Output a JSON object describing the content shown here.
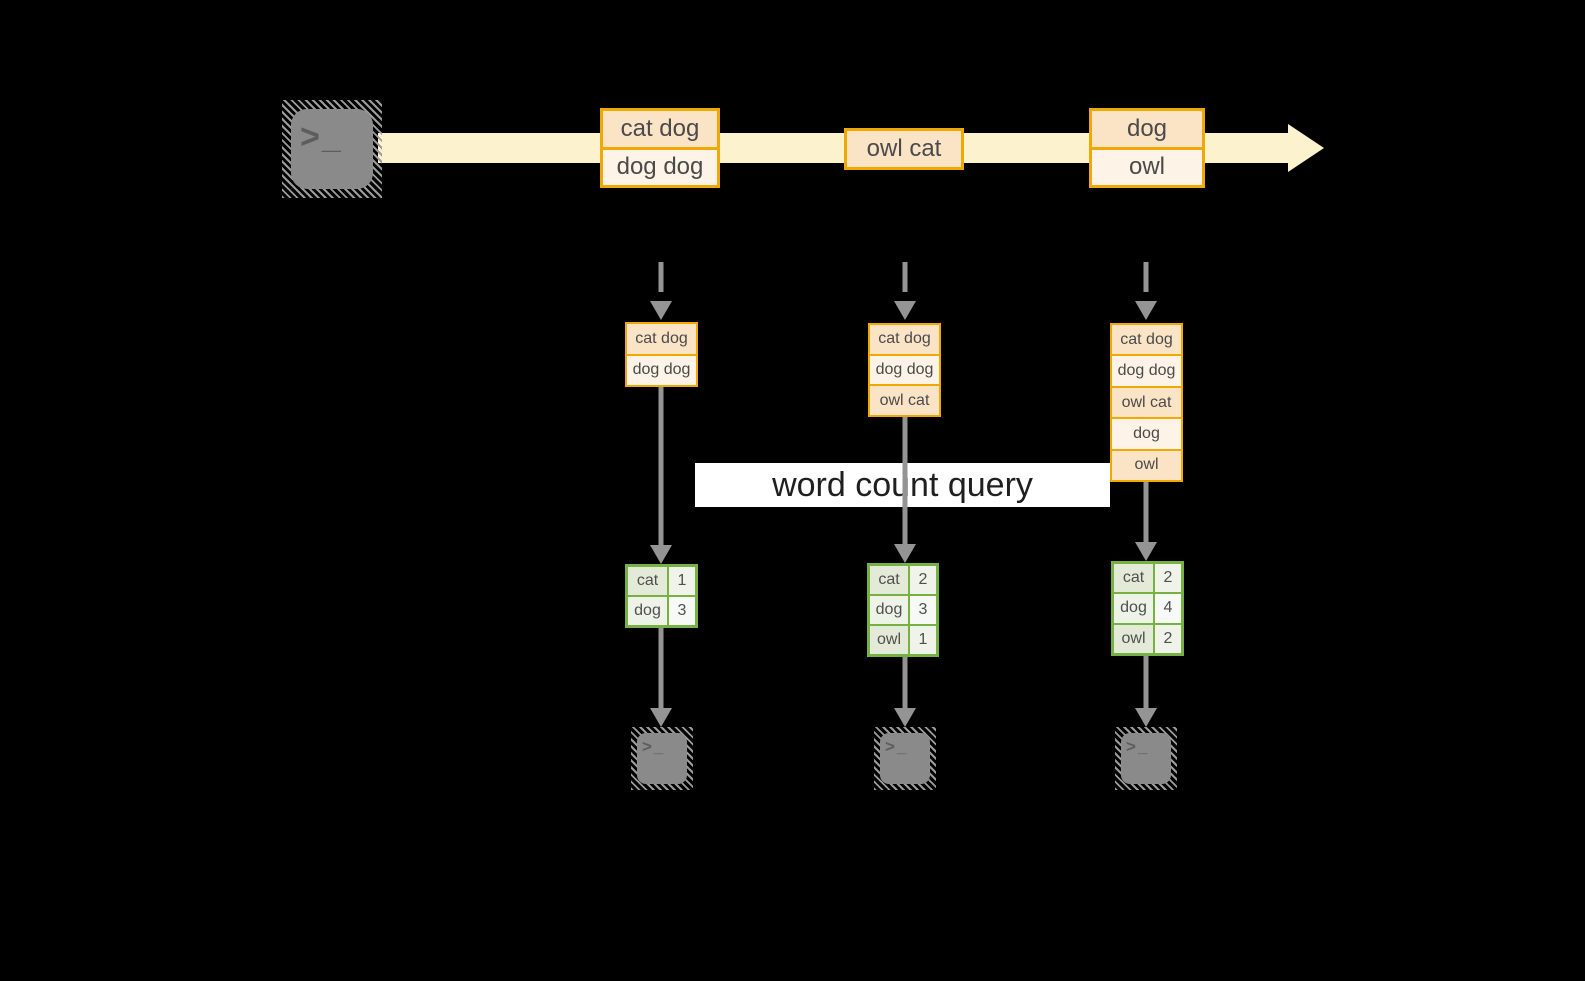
{
  "stream": {
    "messages": [
      {
        "lines": [
          "cat dog",
          "dog dog"
        ]
      },
      {
        "lines": [
          "owl cat"
        ]
      },
      {
        "lines": [
          "dog",
          "owl"
        ]
      }
    ]
  },
  "query": {
    "label": "word count query"
  },
  "terminal": {
    "prompt": ">_"
  },
  "columns": [
    {
      "stack": [
        "cat dog",
        "dog dog"
      ],
      "counts": [
        {
          "word": "cat",
          "count": "1"
        },
        {
          "word": "dog",
          "count": "3"
        }
      ]
    },
    {
      "stack": [
        "cat dog",
        "dog dog",
        "owl cat"
      ],
      "counts": [
        {
          "word": "cat",
          "count": "2"
        },
        {
          "word": "dog",
          "count": "3"
        },
        {
          "word": "owl",
          "count": "1"
        }
      ]
    },
    {
      "stack": [
        "cat dog",
        "dog dog",
        "owl cat",
        "dog",
        "owl"
      ],
      "counts": [
        {
          "word": "cat",
          "count": "2"
        },
        {
          "word": "dog",
          "count": "4"
        },
        {
          "word": "owl",
          "count": "2"
        }
      ]
    }
  ],
  "colors": {
    "accent_gold": "#f0a802",
    "peach_fill": "#fbe3c6",
    "cream_fill": "#fdf3e6",
    "stream_band": "#fcf2cd",
    "green_border": "#77b043",
    "cell_green_light": "#e3ebd8",
    "cell_green_lighter": "#eef3e7",
    "arrow_gray": "#949494",
    "terminal_gray": "#8a8a8a",
    "banner_bg": "#ffffff"
  }
}
